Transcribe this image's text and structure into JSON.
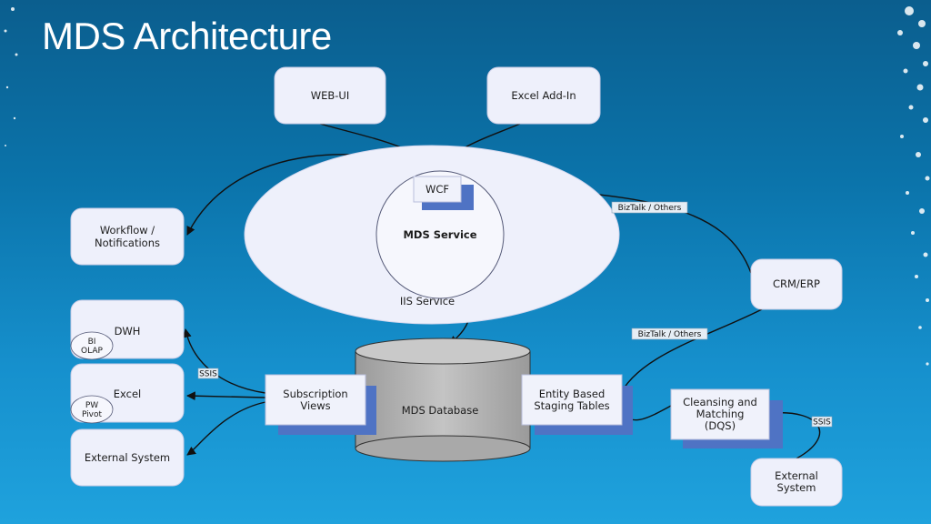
{
  "title": "MDS Architecture",
  "nodes": {
    "web_ui": "WEB-UI",
    "excel_addin": "Excel Add-In",
    "wcf": "WCF",
    "mds_service": "MDS Service",
    "iis_service": "IIS Service",
    "workflow": [
      "Workflow /",
      "Notifications"
    ],
    "crm_erp": "CRM/ERP",
    "dwh": "DWH",
    "dwh_badge": [
      "BI",
      "OLAP"
    ],
    "excel": "Excel",
    "excel_badge": [
      "PW",
      "Pivot"
    ],
    "external_left": "External System",
    "subscription_views": [
      "Subscription",
      "Views"
    ],
    "mds_database": "MDS Database",
    "staging_tables": [
      "Entity Based",
      "Staging Tables"
    ],
    "cleansing": [
      "Cleansing and",
      "Matching",
      "(DQS)"
    ],
    "external_right": [
      "External",
      "System"
    ]
  },
  "labels": {
    "biztalk_top": "BizTalk / Others",
    "biztalk_mid": "BizTalk / Others",
    "ssis_left": "SSIS",
    "ssis_right": "SSIS"
  }
}
